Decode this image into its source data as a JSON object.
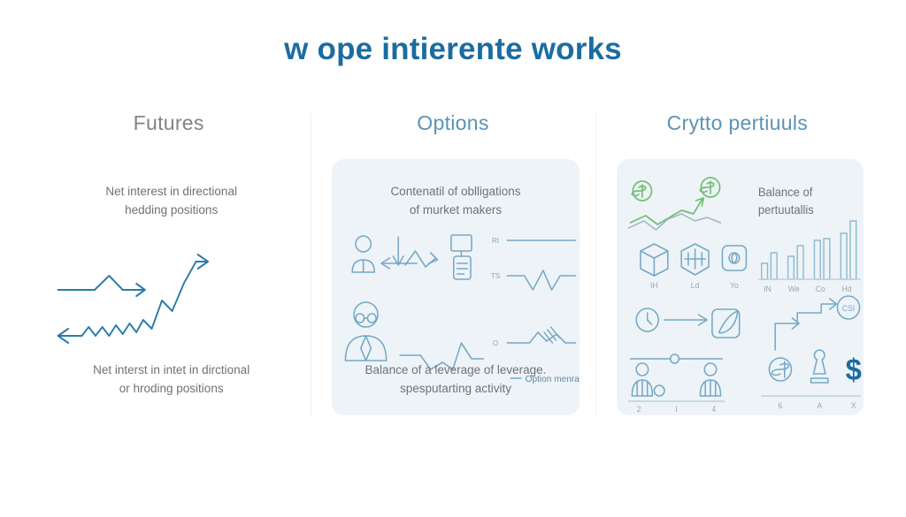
{
  "slide": {
    "title": "w ope intierente works",
    "title_color": "#1c6ca0",
    "background": "#ffffff",
    "card_background": "#eef3f7",
    "accent_blue": "#5b93b5",
    "accent_green": "#6fbf73",
    "bold_dollar_color": "#1c6ca0"
  },
  "columns": [
    {
      "id": "futures",
      "heading": "Futures",
      "heading_color": "#7f8487",
      "has_card": false,
      "caption_top": "Net interest in directional\nhedding positions",
      "caption_top_line1": "Net interest in directional",
      "caption_top_line2": "hedding positions",
      "caption_bottom_line1": "Net interst in intet in dirctional",
      "caption_bottom_line2": "or hroding positions",
      "art": {
        "type": "zigzag-arrows",
        "description": "two zigzag trend arrows, one short rising arrow pointing right and one long rising zigzag with a left arrow"
      }
    },
    {
      "id": "options",
      "heading": "Options",
      "heading_color": "#5b93b5",
      "has_card": true,
      "caption_top_line1": "Contenatil of oblligations",
      "caption_top_line2": "of murket makers",
      "caption_bottom_line1": "Balance of a leverage of leverage.",
      "caption_bottom_line2": "spesputarting activity",
      "icons": [
        "person-icon",
        "down-arrow-icon",
        "volatility-curve-icon",
        "document-icon",
        "person-glasses-icon",
        "wave-line-icon"
      ],
      "axis_labels": [
        "RI",
        "TS",
        "O"
      ],
      "legend": "— Option menral",
      "legend_text": "Option menral"
    },
    {
      "id": "crypto",
      "heading": "Crytto pertiuuls",
      "heading_color": "#5b93b5",
      "has_card": true,
      "caption_right_line1": "Balance of",
      "caption_right_line2": "pertuutallis",
      "icons": [
        "dollar-coin-icon",
        "dollar-coin-icon",
        "cube-icon",
        "hexagon-icon",
        "badge-icon",
        "clock-icon",
        "leaf-icon",
        "person-icon",
        "person-icon",
        "dollar-circle-icon",
        "chess-pawn-icon",
        "dollar-bold-icon",
        "csi-badge-icon"
      ],
      "icon_labels_row1": [
        "IH",
        "Ld",
        "Yo"
      ],
      "icon_labels_row2": [
        "2",
        "I",
        "4"
      ],
      "icon_labels_row3": [
        "6",
        "A",
        "X"
      ],
      "bar_labels": [
        "IN",
        "We",
        "Co",
        "Hd"
      ]
    }
  ],
  "chart_data": [
    {
      "id": "crypto-bar-chart",
      "type": "bar",
      "title": "",
      "categories": [
        "IN",
        "We",
        "Co",
        "Hd"
      ],
      "series": [
        {
          "name": "a",
          "values": [
            18,
            26,
            44,
            52
          ]
        },
        {
          "name": "b",
          "values": [
            30,
            38,
            46,
            66
          ]
        }
      ],
      "xlabel": "",
      "ylabel": "",
      "ylim": [
        0,
        70
      ],
      "grid": false,
      "legend_position": "none"
    },
    {
      "id": "options-wave-chart",
      "type": "line",
      "title": "",
      "y_ticks": [
        "RI",
        "TS",
        "O"
      ],
      "series": [
        {
          "name": "RI",
          "values": [
            50,
            50,
            50,
            50,
            50,
            50,
            50
          ]
        },
        {
          "name": "TS",
          "values": [
            32,
            32,
            20,
            34,
            20,
            32,
            32
          ]
        },
        {
          "name": "O",
          "values": [
            8,
            8,
            8,
            16,
            10,
            14,
            8
          ]
        }
      ],
      "legend_position": "bottom",
      "legend_entries": [
        "Option menral"
      ],
      "grid": false
    },
    {
      "id": "crypto-trend-line",
      "type": "line",
      "title": "",
      "series": [
        {
          "name": "green",
          "values": [
            22,
            26,
            30,
            28,
            36,
            40,
            52,
            60
          ]
        },
        {
          "name": "grey",
          "values": [
            18,
            14,
            20,
            30,
            34,
            28,
            32,
            30
          ]
        }
      ],
      "grid": false,
      "legend_position": "none"
    },
    {
      "id": "futures-trend",
      "type": "line",
      "title": "",
      "series": [
        {
          "name": "upper-arrow",
          "values": [
            40,
            40,
            58,
            44,
            44
          ]
        },
        {
          "name": "rising-zigzag",
          "values": [
            8,
            12,
            10,
            16,
            14,
            22,
            20,
            34,
            30,
            56,
            48,
            72,
            72
          ]
        }
      ],
      "grid": false,
      "legend_position": "none"
    }
  ]
}
